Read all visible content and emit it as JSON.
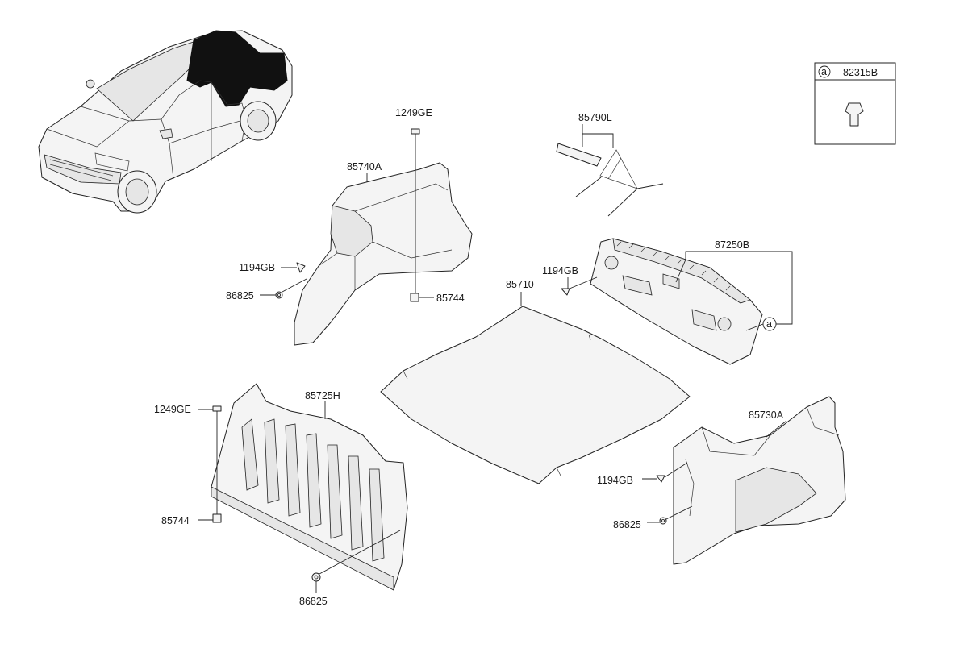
{
  "parts": {
    "p1249GE_top": "1249GE",
    "p85740A": "85740A",
    "p1194GB_left": "1194GB",
    "p86825_left": "86825",
    "p85744_right": "85744",
    "p85790L": "85790L",
    "p82315B": "82315B",
    "p82315B_ref": "a",
    "p87250B": "87250B",
    "p87250B_ref": "a",
    "p1194GB_mid": "1194GB",
    "p85710": "85710",
    "p85725H": "85725H",
    "p1249GE_left": "1249GE",
    "p85744_left": "85744",
    "p86825_bottom": "86825",
    "p85730A": "85730A",
    "p1194GB_right": "1194GB",
    "p86825_right": "86825"
  }
}
